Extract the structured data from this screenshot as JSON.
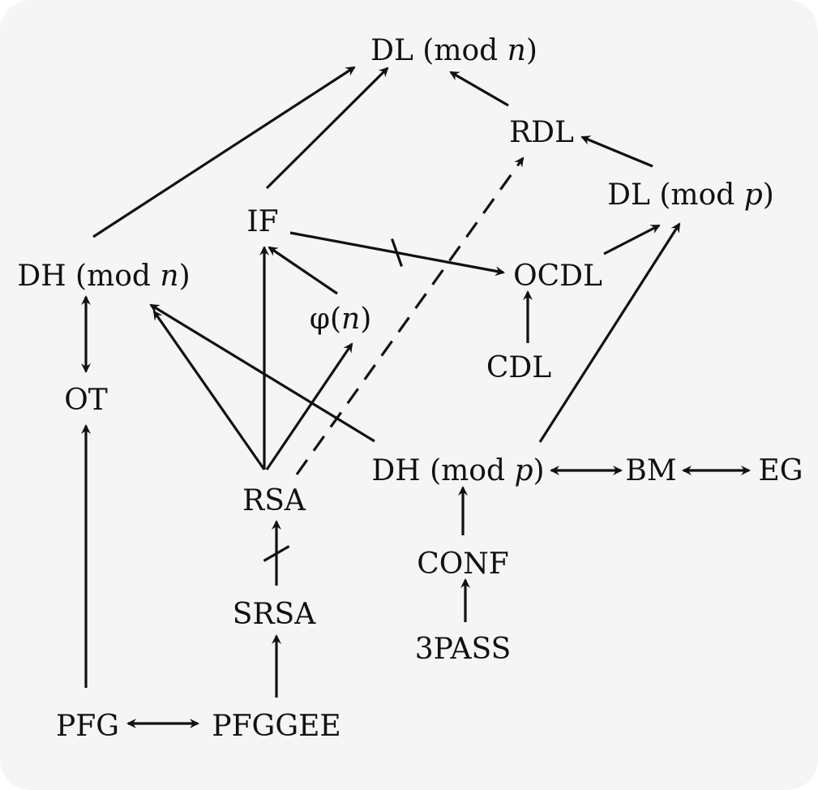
{
  "diagram": {
    "nodes": {
      "dl_mod_n": {
        "text": "DL (mod ",
        "math": "n",
        "suffix": ")"
      },
      "rdl": {
        "text": "RDL"
      },
      "dl_mod_p": {
        "text": "DL (mod ",
        "math": "p",
        "suffix": ")"
      },
      "if": {
        "text": "IF"
      },
      "dh_mod_n": {
        "text": "DH (mod ",
        "math": "n",
        "suffix": ")"
      },
      "ocdl": {
        "text": "OCDL"
      },
      "phi_n": {
        "text": "φ(",
        "math": "n",
        "suffix": ")"
      },
      "cdl": {
        "text": "CDL"
      },
      "ot": {
        "text": "OT"
      },
      "dh_mod_p": {
        "text": "DH (mod ",
        "math": "p",
        "suffix": ")"
      },
      "bm": {
        "text": "BM"
      },
      "eg": {
        "text": "EG"
      },
      "rsa": {
        "text": "RSA"
      },
      "conf": {
        "text": "CONF"
      },
      "srsa": {
        "text": "SRSA"
      },
      "three_pass": {
        "text": "3PASS"
      },
      "pfg": {
        "text": "PFG"
      },
      "pfggee": {
        "text": "PFGGEE"
      }
    },
    "edges": [
      {
        "from": "dh_mod_n",
        "to": "dl_mod_n",
        "style": "solid",
        "arrow": "single"
      },
      {
        "from": "if",
        "to": "dl_mod_n",
        "style": "solid",
        "arrow": "single"
      },
      {
        "from": "rdl",
        "to": "dl_mod_n",
        "style": "solid",
        "arrow": "single"
      },
      {
        "from": "dl_mod_p",
        "to": "rdl",
        "style": "solid",
        "arrow": "single"
      },
      {
        "from": "ocdl",
        "to": "dl_mod_p",
        "style": "solid",
        "arrow": "single"
      },
      {
        "from": "dh_mod_p",
        "to": "dl_mod_p",
        "style": "solid",
        "arrow": "single"
      },
      {
        "from": "if",
        "to": "ocdl",
        "style": "solid",
        "arrow": "single",
        "negated": true
      },
      {
        "from": "cdl",
        "to": "ocdl",
        "style": "solid",
        "arrow": "single"
      },
      {
        "from": "phi_n",
        "to": "if",
        "style": "solid",
        "arrow": "single"
      },
      {
        "from": "rsa",
        "to": "if",
        "style": "solid",
        "arrow": "single"
      },
      {
        "from": "rsa",
        "to": "phi_n",
        "style": "solid",
        "arrow": "single"
      },
      {
        "from": "rsa",
        "to": "dh_mod_n",
        "style": "solid",
        "arrow": "single"
      },
      {
        "from": "dh_mod_p",
        "to": "dh_mod_n",
        "style": "solid",
        "arrow": "single"
      },
      {
        "from": "rsa",
        "to": "rdl",
        "style": "dashed",
        "arrow": "single"
      },
      {
        "from": "ot",
        "to": "dh_mod_n",
        "style": "solid",
        "arrow": "double"
      },
      {
        "from": "pfg",
        "to": "ot",
        "style": "solid",
        "arrow": "single"
      },
      {
        "from": "dh_mod_p",
        "to": "bm",
        "style": "solid",
        "arrow": "double"
      },
      {
        "from": "bm",
        "to": "eg",
        "style": "solid",
        "arrow": "double"
      },
      {
        "from": "conf",
        "to": "dh_mod_p",
        "style": "solid",
        "arrow": "single"
      },
      {
        "from": "three_pass",
        "to": "conf",
        "style": "solid",
        "arrow": "single"
      },
      {
        "from": "srsa",
        "to": "rsa",
        "style": "solid",
        "arrow": "single",
        "negated": true
      },
      {
        "from": "pfggee",
        "to": "srsa",
        "style": "solid",
        "arrow": "single"
      },
      {
        "from": "pfg",
        "to": "pfggee",
        "style": "solid",
        "arrow": "double"
      }
    ]
  }
}
